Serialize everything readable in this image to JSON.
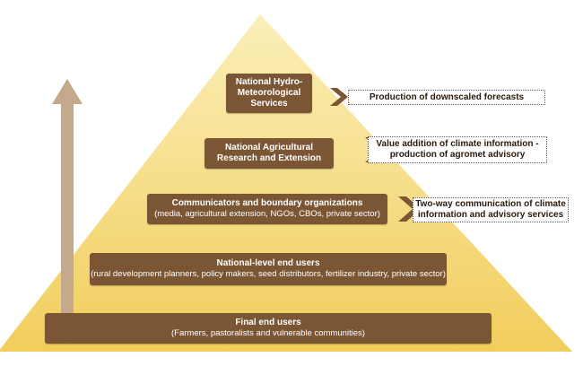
{
  "colors": {
    "pyramid_light": "#fbefb9",
    "pyramid_dark": "#f1cd5c",
    "box_brown": "#7b5634",
    "arrow_tan": "#c5a98c",
    "chevron_brown": "#7b5634"
  },
  "tiers": [
    {
      "title": "National Hydro-Meteorological Services",
      "subtitle": ""
    },
    {
      "title": "National Agricultural Research and Extension",
      "subtitle": ""
    },
    {
      "title": "Communicators and boundary organizations",
      "subtitle": "(media, agricultural extension, NGOs, CBOs, private sector)"
    },
    {
      "title": "National-level end users",
      "subtitle": "(rural development planners, policy makers, seed distributors, fertilizer industry, private sector)"
    },
    {
      "title": "Final end users",
      "subtitle": "(Farmers, pastoralists and vulnerable communities)"
    }
  ],
  "callouts": [
    {
      "text": "Production of downscaled forecasts"
    },
    {
      "text": "Value addition of climate information - production of agromet advisory"
    },
    {
      "text": "Two-way communication of climate information and advisory services"
    }
  ],
  "icons": {
    "vertical_arrow": "double-headed-arrow-icon",
    "chevron": "chevron-left-icon"
  }
}
